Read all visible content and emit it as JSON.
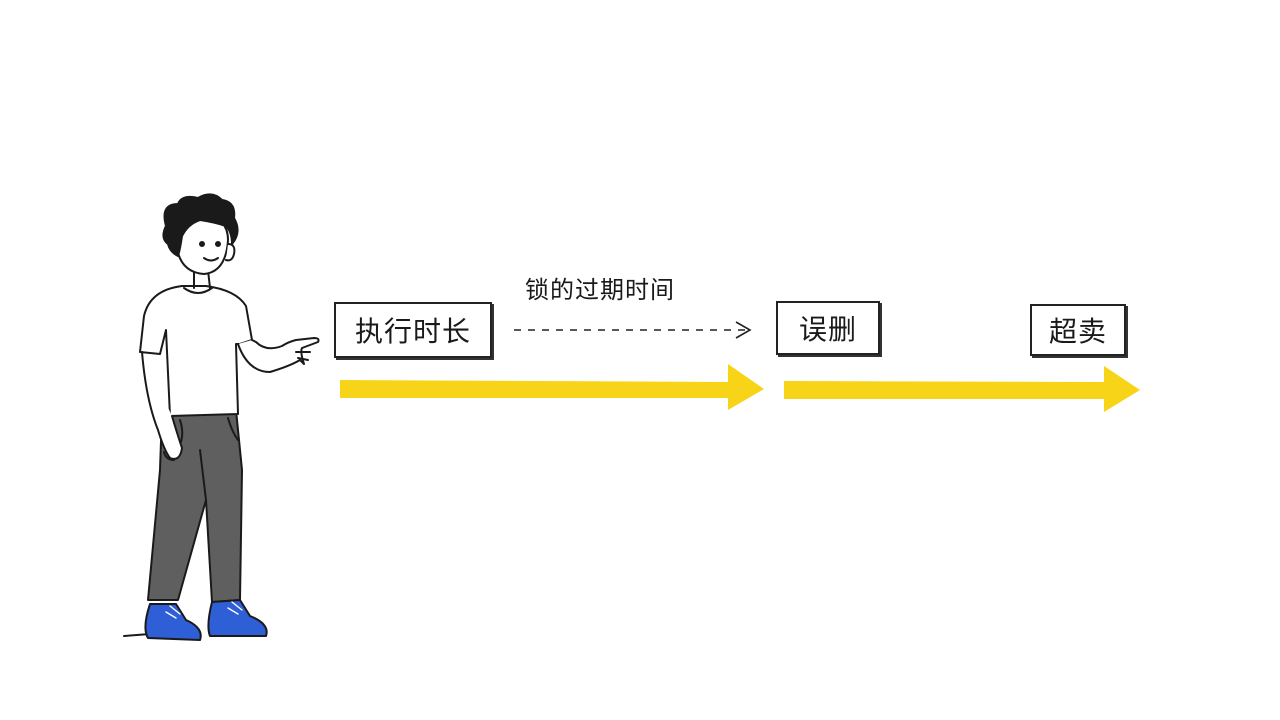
{
  "diagram": {
    "steps": [
      {
        "label": "执行时长"
      },
      {
        "label": "误删"
      },
      {
        "label": "超卖"
      }
    ],
    "expiry_label": "锁的过期时间",
    "colors": {
      "arrow_yellow": "#f7d417",
      "ink": "#222222",
      "pants": "#5f5f5f",
      "shoes": "#2f5fd6"
    },
    "icons": {
      "presenter": "person-pointing-icon"
    }
  }
}
